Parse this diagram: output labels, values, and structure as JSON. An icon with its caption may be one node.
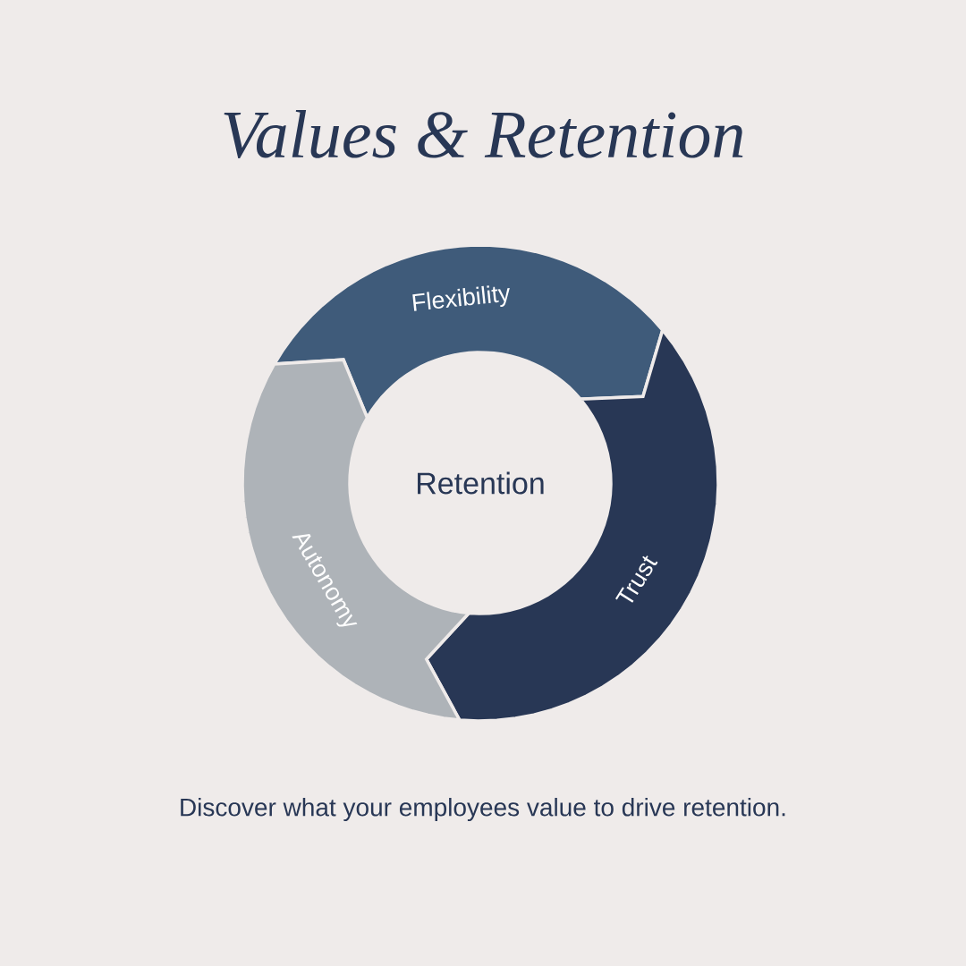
{
  "diagram": {
    "title": "Values & Retention",
    "nodes": [
      {
        "text": [
          "Flexibility"
        ]
      },
      {
        "text": [
          "Trust"
        ]
      },
      {
        "text": [
          "Autonomy"
        ]
      },
      {
        "text": [
          "Retention"
        ]
      }
    ],
    "caption": "Discover what your employees value to drive retention."
  }
}
